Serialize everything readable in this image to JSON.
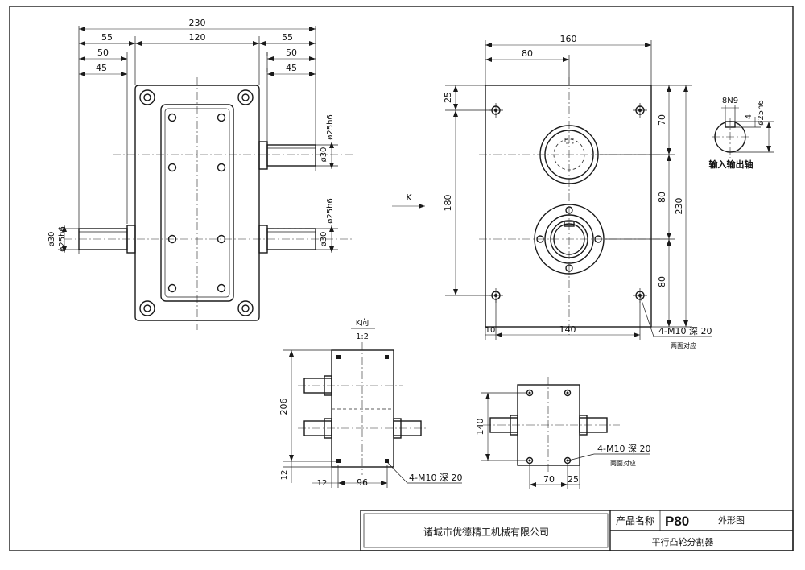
{
  "front_view": {
    "dims": {
      "total_width": "230",
      "body_width": "120",
      "left_ext": "55",
      "right_ext": "55",
      "left_50": "50",
      "right_50": "50",
      "left_45": "45",
      "right_45": "45"
    },
    "shafts": {
      "d25": "ø25h6",
      "d30": "ø30",
      "left_d30": "ø30",
      "left_d25": "ø25h6"
    }
  },
  "view_arrow": {
    "label": "K"
  },
  "side_view": {
    "dims": {
      "width_160": "160",
      "width_80": "80",
      "top_25": "25",
      "bolt_180": "180",
      "right_70": "70",
      "right_80a": "80",
      "right_80b": "80",
      "height_230": "230",
      "bottom_10": "10",
      "bottom_140": "140"
    },
    "note": {
      "thread": "4-M10 深 20",
      "sub": "两面对应"
    }
  },
  "shaft_detail": {
    "key": "8N9",
    "dia": "ø25h6",
    "depth": "4",
    "label": "输入输出轴"
  },
  "k_view": {
    "title": "K向",
    "scale": "1:2",
    "dims": {
      "h206": "206",
      "h12": "12",
      "w12": "12",
      "w96": "96"
    },
    "note": "4-M10 深 20"
  },
  "bottom_view": {
    "dims": {
      "h140": "140",
      "w70": "70",
      "w25": "25"
    },
    "note": {
      "thread": "4-M10 深 20",
      "sub": "两面对应"
    }
  },
  "title_block": {
    "company": "诸城市优德精工机械有限公司",
    "product_label": "产品名称",
    "product_code": "P80",
    "drawing_type": "外形图",
    "product_name": "平行凸轮分割器"
  }
}
